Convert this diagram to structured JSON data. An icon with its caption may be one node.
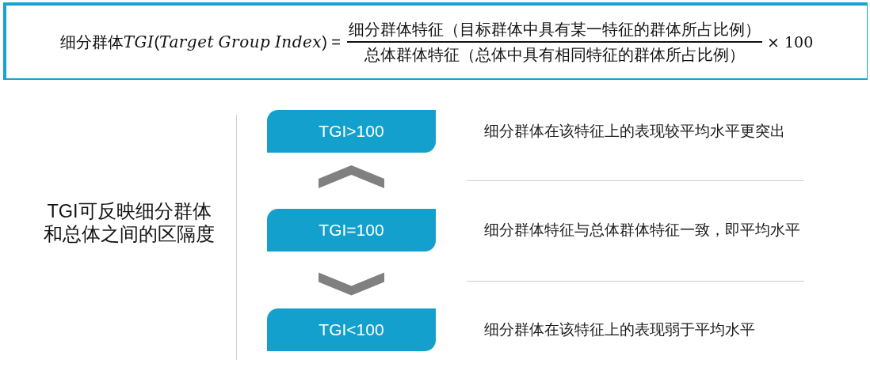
{
  "diagram": {
    "nodes": [
      {
        "text": [
          "细分群体TGI(Target Group Index) =",
          "细分群体特征（目标群体中具有某一特征的群体所占比例）",
          "总体群体特征（总体中具有相同特征的群体所占比例）",
          "× 100"
        ]
      },
      {
        "text": [
          "TGI>100"
        ],
        "beside": [
          "细分群体在该特征上的表现较平均水平更突出"
        ]
      },
      {
        "text": [
          "TGI=100"
        ],
        "beside": [
          "细分群体特征与总体群体特征一致，即平均水平"
        ]
      },
      {
        "text": [
          "TGI<100"
        ],
        "beside": [
          "细分群体在该特征上的表现弱于平均水平"
        ]
      }
    ],
    "edges": [
      {
        "from": 2,
        "to": 1,
        "arrow": "to"
      },
      {
        "from": 2,
        "to": 3,
        "arrow": "to"
      }
    ],
    "labels": [
      "TGI可反映细分群体和总体之间的区隔度"
    ]
  }
}
